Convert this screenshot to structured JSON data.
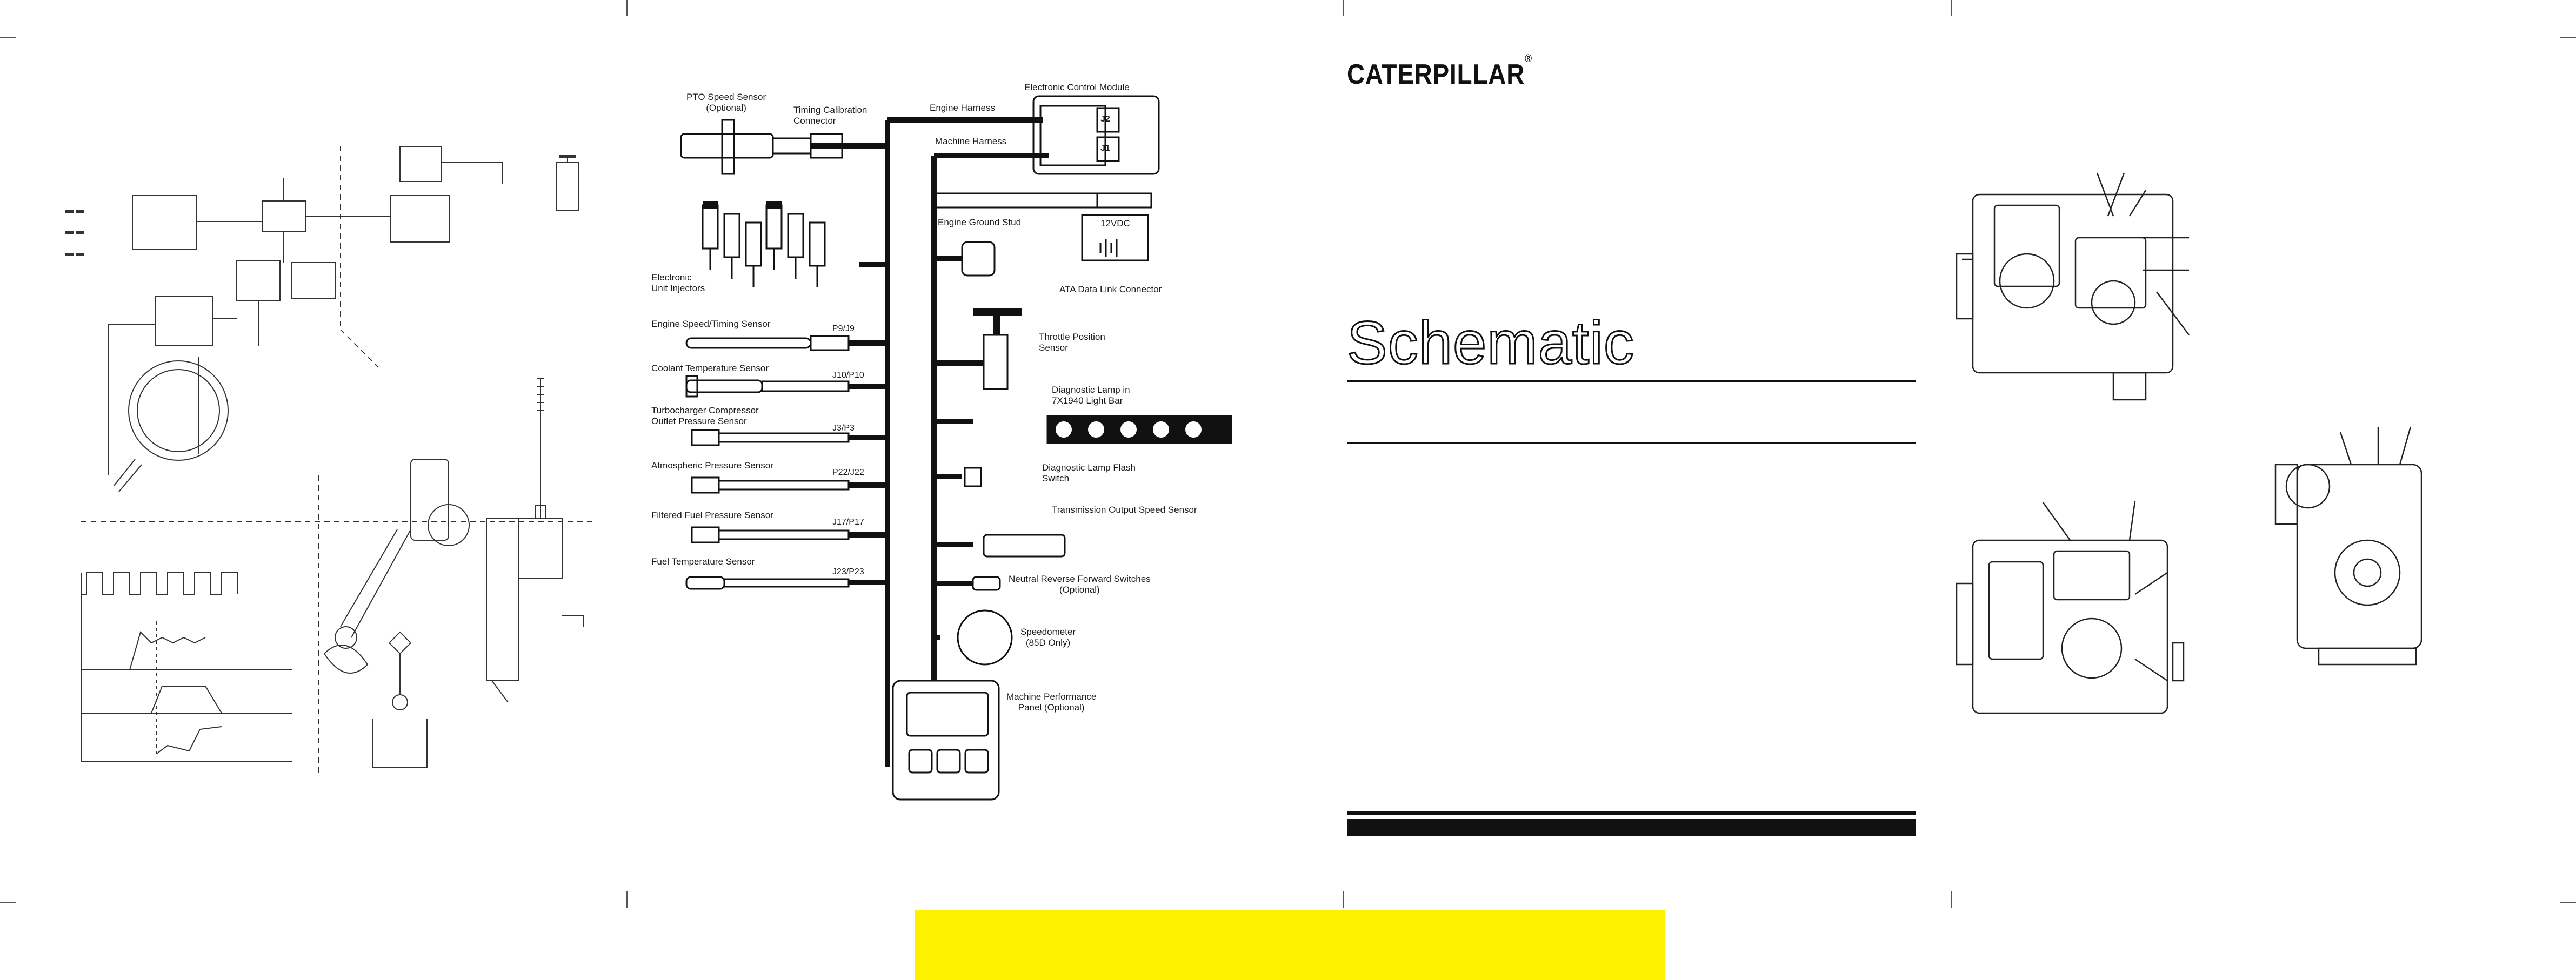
{
  "brand": {
    "name": "CATERPILLAR",
    "mark": "®"
  },
  "cover": {
    "title": "Schematic"
  },
  "colors": {
    "ink": "#1a1a1a",
    "accent_bar": "#fff200",
    "background": "#ffffff"
  },
  "wiring": {
    "ecm": {
      "label": "Electronic Control Module",
      "j2": "J2",
      "j1": "J1"
    },
    "harness": {
      "engine": "Engine Harness",
      "machine": "Machine Harness"
    },
    "ground_stud": "Engine Ground Stud",
    "battery": "12VDC",
    "sensors_left": [
      {
        "label": "PTO Speed Sensor\n(Optional)",
        "connector": ""
      },
      {
        "label": "Timing Calibration\nConnector",
        "connector": ""
      },
      {
        "label": "Electronic\nUnit Injectors",
        "connector": ""
      },
      {
        "label": "Engine Speed/Timing Sensor",
        "connector": "P9/J9"
      },
      {
        "label": "Coolant Temperature Sensor",
        "connector": "J10/P10"
      },
      {
        "label": "Turbocharger Compressor\nOutlet Pressure Sensor",
        "connector": "J3/P3"
      },
      {
        "label": "Atmospheric Pressure Sensor",
        "connector": "P22/J22"
      },
      {
        "label": "Filtered Fuel Pressure Sensor",
        "connector": "J17/P17"
      },
      {
        "label": "Fuel Temperature Sensor",
        "connector": "J23/P23"
      }
    ],
    "devices_right": [
      {
        "label": "ATA Data Link Connector"
      },
      {
        "label": "Throttle Position\nSensor"
      },
      {
        "label": "Diagnostic Lamp in\n7X1940 Light Bar"
      },
      {
        "label": "Diagnostic Lamp Flash\nSwitch"
      },
      {
        "label": "Transmission Output Speed Sensor"
      },
      {
        "label": "Neutral Reverse Forward Switches\n(Optional)"
      },
      {
        "label": "Speedometer\n(85D Only)"
      },
      {
        "label": "Machine Performance\nPanel (Optional)"
      }
    ]
  }
}
